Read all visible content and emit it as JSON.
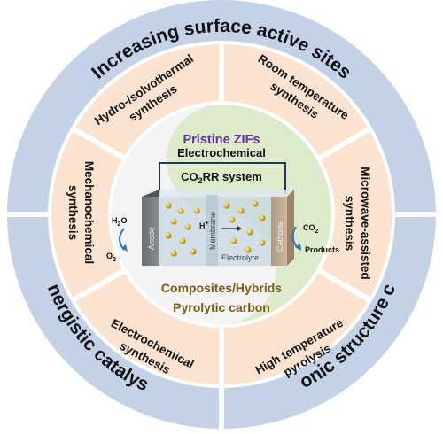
{
  "outer_ring": {
    "top": "Increasing surface active sites",
    "left": "Synergistic catalysis",
    "right": "Electronic structure control"
  },
  "methods": {
    "hydro": [
      "Hydro-/solvothermal",
      "synthesis"
    ],
    "room_temp": [
      "Room temperature",
      "synthesis"
    ],
    "microwave": [
      "Microwave-assisted",
      "synthesis"
    ],
    "high_temp": [
      "High temperature",
      "pyrolysis"
    ],
    "electrochemical": [
      "Electrochemical",
      "synthesis"
    ],
    "mechanochemical": [
      "Mechanochemical",
      "synthesis"
    ]
  },
  "center": {
    "pristine": "Pristine ZIFs",
    "system_line1": "Electrochemical",
    "system_line2_main": "CO",
    "system_line2_sub": "2",
    "system_line2_rest": "RR system",
    "composites": "Composites/Hybrids",
    "pyrolytic": "Pyrolytic carbon"
  },
  "cell": {
    "anode": "Anode",
    "membrane": "Membrane",
    "cathode": "Cathode",
    "electrolyte": "Electrolyte",
    "h_plus": "H",
    "h_plus_sup": "+",
    "h2o_main": "H",
    "h2o_sub": "2",
    "h2o_rest": "O",
    "o2_main": "O",
    "o2_sub": "2",
    "co2_main": "CO",
    "co2_sub": "2",
    "products": "Products"
  },
  "colors": {
    "outer_ring": "#c3d2e6",
    "divider": "#ffffff",
    "segment_fill": "#fbe3cf",
    "inner_white": "#f4f4f4",
    "green_blob": "#dcebc9",
    "pristine_text": "#6a2fa0",
    "composite_text": "#7a5a10",
    "frame_line": "#1f3864"
  }
}
